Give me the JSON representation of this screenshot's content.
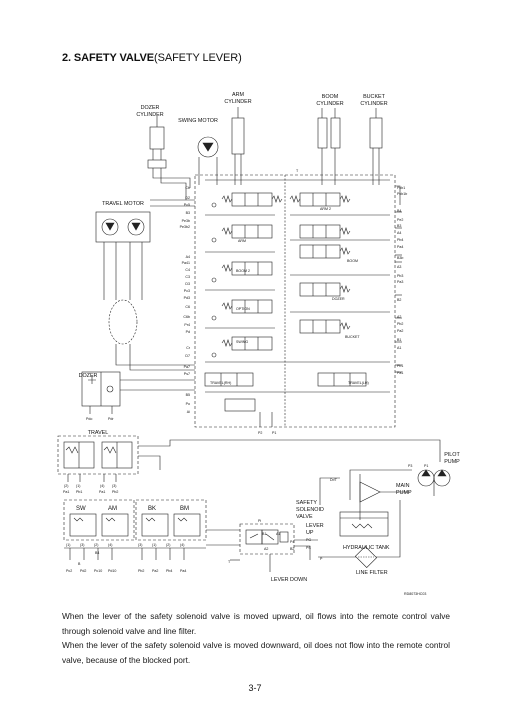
{
  "header": {
    "title_bold": "2. SAFETY VALVE",
    "title_rest": "(SAFETY LEVER)"
  },
  "diagram": {
    "components": {
      "arm_cylinder": [
        "ARM",
        "CYLINDER"
      ],
      "boom_cylinder": [
        "BOOM",
        "CYLINDER"
      ],
      "bucket_cylinder": [
        "BUCKET",
        "CYLINDER"
      ],
      "dozer_cylinder": [
        "DOZER",
        "CYLINDER"
      ],
      "swing_motor": "SWING MOTOR",
      "travel_motor": "TRAVEL MOTOR",
      "dozer": "DOZER",
      "travel": "TRAVEL",
      "pilot_pump": [
        "PILOT",
        "PUMP"
      ],
      "main_pump": [
        "MAIN",
        "PUMP"
      ],
      "safety_solenoid_valve": [
        "SAFETY",
        "SOLENOID",
        "VALVE"
      ],
      "lever_up": [
        "LEVER",
        "UP"
      ],
      "lever_down": "LEVER DOWN",
      "hydraulic_tank": "HYDRAULIC TANK",
      "line_filter": "LINE FILTER"
    },
    "spool_labels": {
      "arm2": "ARM 2",
      "arm": "ARM",
      "boom2": "BOOM 2",
      "boom": "BOOM",
      "dozer": "DOZER",
      "option": "OPTION",
      "swing": "SWING",
      "bucket": "BUCKET",
      "travel_rh": "TRAVEL(RH)",
      "travel_lh": "TRAVEL(LH)"
    },
    "left_ports": [
      "Cb",
      "D2",
      "Pc5",
      "B3",
      "Pe3b",
      "Pe3b2",
      "A4",
      "Pa41",
      "C4",
      "C3",
      "D3",
      "Pc3",
      "Pd3",
      "C6",
      "C6b",
      "Pr4",
      "Pd",
      "Cr",
      "D7",
      "Pa7",
      "Ps7",
      "B5",
      "Po",
      "Ai"
    ],
    "right_ports": [
      "Pcb1",
      "Pcb1b",
      "B4",
      "Pe2",
      "B3",
      "A4",
      "Pb4",
      "Pa4",
      "B3b",
      "A3",
      "Pb3",
      "Pa3",
      "B2",
      "A2",
      "Pb2",
      "Pa2",
      "B1",
      "A1",
      "Pb1",
      "Pa1"
    ],
    "port_labels": {
      "t": "T",
      "p2": "P2",
      "p1": "P1",
      "p3": "P3",
      "p1b": "P1",
      "drt": "Dr/T",
      "t2": "T",
      "pi": "Pi",
      "pg": "PG",
      "ps": "PS",
      "p4": "P4",
      "a1": "A1",
      "b1": "B1",
      "a2": "A2",
      "b2": "B2",
      "p": "P"
    },
    "dozer_ports": [
      "Pdo",
      "Pdr"
    ],
    "travel_numbers": [
      "(2)",
      "(1)",
      "(4)",
      "(3)"
    ],
    "travel_ports": [
      "Pa1",
      "Pb1",
      "Pa1",
      "Pb2"
    ],
    "rcv_labels": [
      "SW",
      "AM",
      "BK",
      "BM"
    ],
    "rcv_numbers": [
      "(1)",
      "(3)",
      "(2)",
      "(4)",
      "(3)",
      "(1)",
      "(2)",
      "(4)"
    ],
    "rcv_ports": [
      "Pc2",
      "Pd2",
      "Pc10",
      "Pd10",
      "Pb2",
      "Pa2",
      "Pb4",
      "Pa4"
    ],
    "rcv_sub": [
      "B4",
      "B"
    ],
    "figure_id": "RD8073HC03"
  },
  "body": {
    "paragraphs": [
      "When the lever of the safety solenoid valve is moved upward, oil flows into the remote control valve through solenoid valve and line filter.",
      "When the lever of the safety solenoid valve is moved downward, oil does not flow into the remote control valve, because of the blocked port."
    ]
  },
  "footer": {
    "page": "3-7"
  }
}
